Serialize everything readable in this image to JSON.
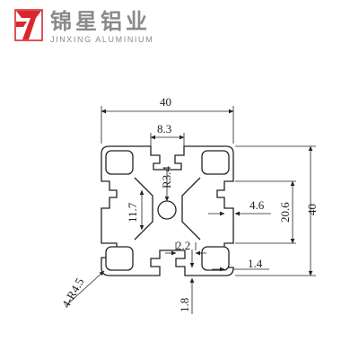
{
  "brand": {
    "name_cn": "锦星铝业",
    "name_en": "JINXING ALUMINIUM",
    "logo_color": "#d9272e",
    "logo_glyph": "stylized-7-logo-icon"
  },
  "dimensions": {
    "width": "40",
    "height": "40",
    "slot_width": "8.3",
    "center_radius": "R3.4",
    "slot_depth": "11.7",
    "wall_thickness": "4.6",
    "side_height": "20.6",
    "lip_gap": "2.2",
    "lip_thickness": "1.4",
    "bottom_thickness": "1.8",
    "corner_radius": "4-R4.5"
  }
}
